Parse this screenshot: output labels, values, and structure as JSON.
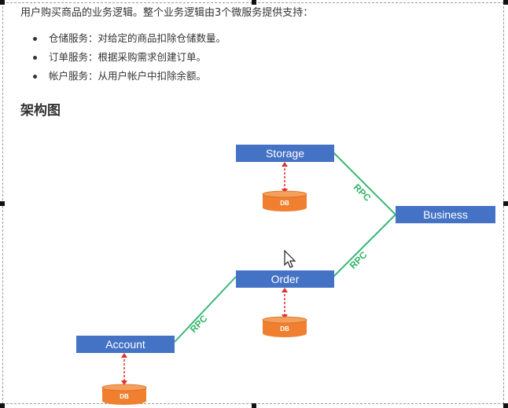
{
  "intro": "用户购买商品的业务逻辑。整个业务逻辑由3个微服务提供支持：",
  "services": [
    "仓储服务：对给定的商品扣除仓储数量。",
    "订单服务：根据采购需求创建订单。",
    "帐户服务：从用户帐户中扣除余额。"
  ],
  "section_title": "架构图",
  "diagram": {
    "nodes": {
      "storage": "Storage",
      "business": "Business",
      "order": "Order",
      "account": "Account"
    },
    "db_label": "DB",
    "rpc_label": "RPC",
    "colors": {
      "node": "#4472c4",
      "db": "#f08030",
      "rpc_line": "#3cb878",
      "db_link": "#e0302a"
    }
  },
  "icons": {
    "cursor": "mouse-pointer-icon"
  }
}
